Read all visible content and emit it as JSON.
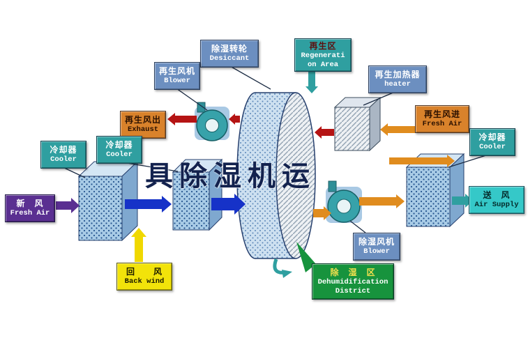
{
  "watermark": "具除湿机运",
  "labels": {
    "desiccant": {
      "zh": "除湿转轮",
      "en": "Desiccant"
    },
    "regen_area": {
      "zh": "再生区",
      "en": "Regenerati\non Area"
    },
    "regen_blower": {
      "zh": "再生风机",
      "en": "Blower"
    },
    "regen_heater": {
      "zh": "再生加热器",
      "en": "heater"
    },
    "exhaust": {
      "zh": "再生风出",
      "en": "Exhaust"
    },
    "regen_fresh": {
      "zh": "再生风进",
      "en": "Fresh Air"
    },
    "cooler": {
      "zh": "冷却器",
      "en": "Cooler"
    },
    "fresh_air": {
      "zh": "新　风",
      "en": "Fresh Air"
    },
    "back_wind": {
      "zh": "回　　风",
      "en": "Back wind"
    },
    "air_supply": {
      "zh": "送　风",
      "en": "Air Supply"
    },
    "dehum_blower": {
      "zh": "除湿风机",
      "en": "Blower"
    },
    "dehum_district": {
      "zh": "除　湿　区",
      "en": "Dehumidification\nDistrict"
    }
  },
  "colors": {
    "process-blue": "#1632c8",
    "fresh-purple": "#5a2f91",
    "return-yellow": "#f0d800",
    "dry-orange": "#e08c1e",
    "regen-red": "#b51414",
    "teal-accent": "#2f9fa0",
    "green-accent": "#17933d",
    "label-steel": "#6c8fc0",
    "label-teal": "#2f9fa0",
    "label-orange": "#d9822b",
    "label-purple": "#5a2f91",
    "label-yellow": "#f2e30a",
    "label-cyan": "#35c8c8",
    "label-green": "#17933d"
  }
}
